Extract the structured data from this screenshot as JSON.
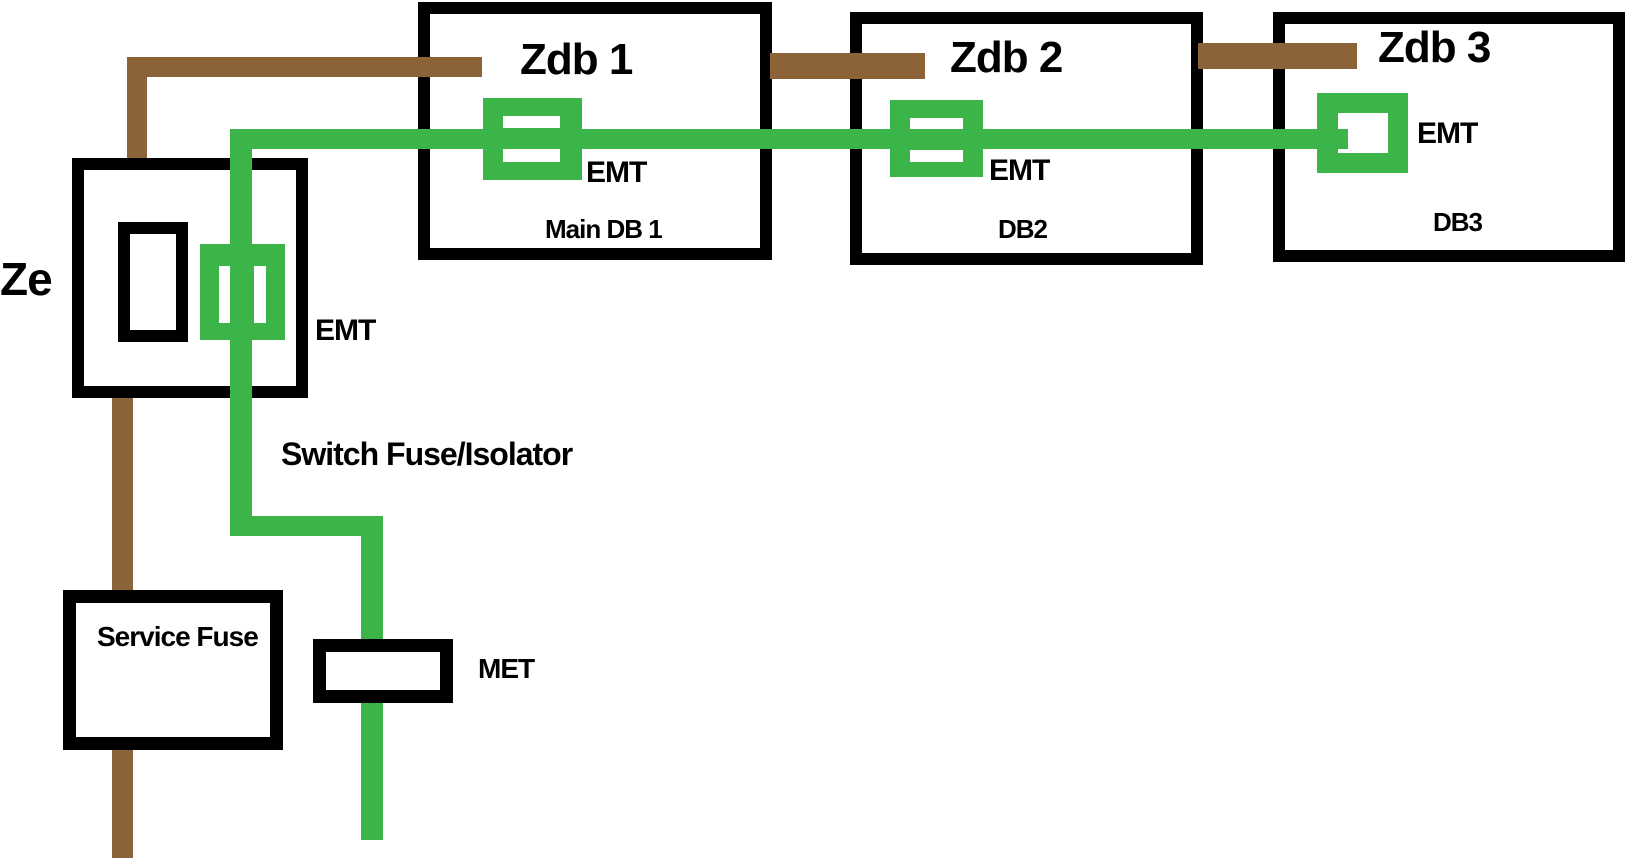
{
  "colors": {
    "green": "#3BB54A",
    "brown": "#8C6239",
    "black": "#000000",
    "white": "#FFFFFF"
  },
  "labels": {
    "ze": "Ze",
    "zdb1": "Zdb 1",
    "zdb2": "Zdb 2",
    "zdb3": "Zdb 3",
    "main_db1": "Main DB 1",
    "db2": "DB2",
    "db3": "DB3",
    "emt_ze": "EMT",
    "emt_zdb1": "EMT",
    "emt_zdb2": "EMT",
    "emt_zdb3": "EMT",
    "service_fuse": "Service Fuse",
    "switch_fuse_isolator": "Switch Fuse/Isolator",
    "met": "MET"
  }
}
